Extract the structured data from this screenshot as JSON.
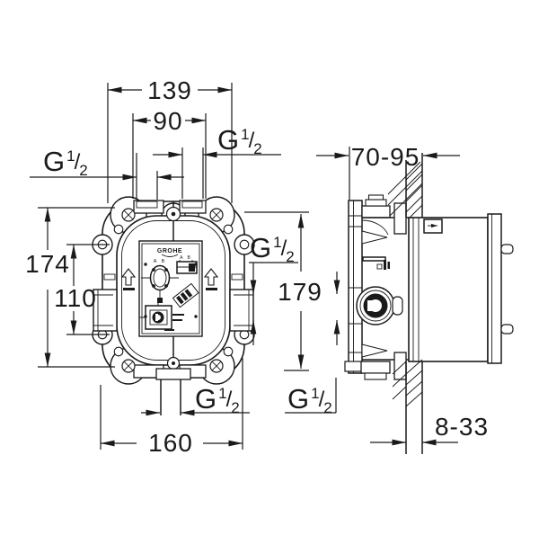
{
  "drawing": {
    "brand": "GROHE",
    "thread_label": {
      "base": "G",
      "sup": "1",
      "slash": "/",
      "sub": "2"
    },
    "dimensions": {
      "top_width": "139",
      "top_ports": "90",
      "left_height": "174",
      "left_holes": "110",
      "bottom_width": "160",
      "side_height": "179",
      "depth_range": "70-95",
      "finish_range": "8-33"
    },
    "plate": {
      "letters_left": "A B",
      "letters_right": "A B"
    },
    "colors": {
      "ink": "#1a1a1a",
      "paper": "#ffffff"
    }
  }
}
